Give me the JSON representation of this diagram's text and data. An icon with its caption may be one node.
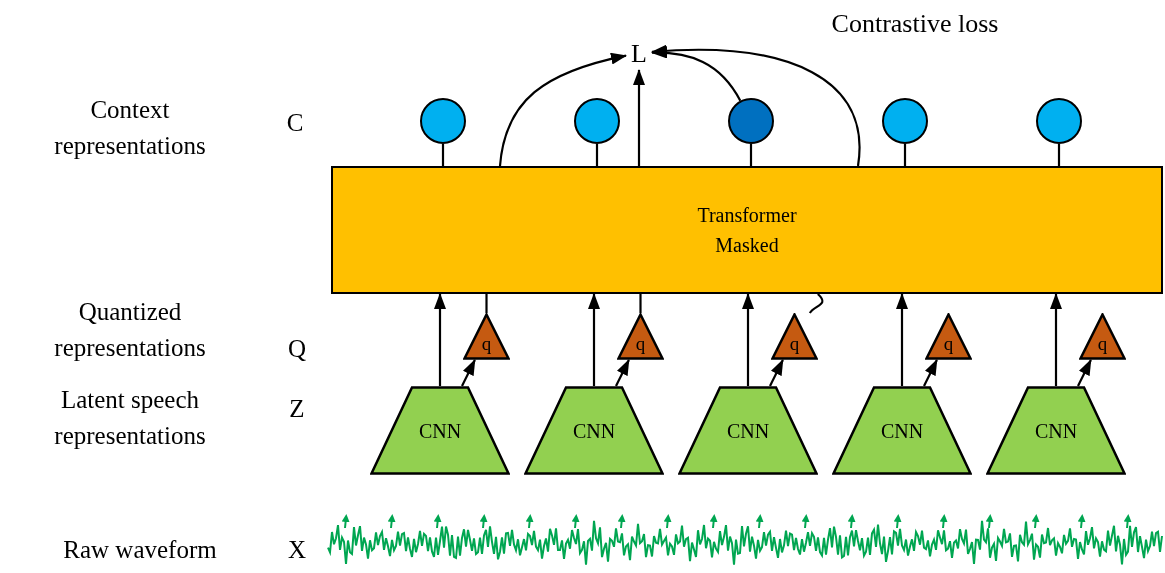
{
  "diagram": {
    "nodes": [
      {
        "text": [
          "L"
        ]
      },
      {
        "text": [
          "Transformer Masked"
        ]
      },
      {
        "text": [],
        "shape": "circle"
      },
      {
        "text": [],
        "shape": "circle"
      },
      {
        "text": [],
        "shape": "circle"
      },
      {
        "text": [],
        "shape": "circle"
      },
      {
        "text": [],
        "shape": "circle"
      },
      {
        "text": [
          "q"
        ]
      },
      {
        "text": [
          "q"
        ]
      },
      {
        "text": [
          "q"
        ]
      },
      {
        "text": [
          "q"
        ]
      },
      {
        "text": [
          "q"
        ]
      },
      {
        "text": [
          "CNN"
        ]
      },
      {
        "text": [
          "CNN"
        ]
      },
      {
        "text": [
          "CNN"
        ]
      },
      {
        "text": [
          "CNN"
        ]
      },
      {
        "text": [
          "CNN"
        ]
      }
    ],
    "edges": [
      {
        "from": 2,
        "to": 1,
        "arrow": "none"
      },
      {
        "from": 3,
        "to": 1,
        "arrow": "none"
      },
      {
        "from": 4,
        "to": 1,
        "arrow": "none"
      },
      {
        "from": 5,
        "to": 1,
        "arrow": "none"
      },
      {
        "from": 6,
        "to": 1,
        "arrow": "none"
      },
      {
        "from": 12,
        "to": 1,
        "arrow": "to"
      },
      {
        "from": 13,
        "to": 1,
        "arrow": "to"
      },
      {
        "from": 14,
        "to": 1,
        "arrow": "to"
      },
      {
        "from": 15,
        "to": 1,
        "arrow": "to"
      },
      {
        "from": 16,
        "to": 1,
        "arrow": "to"
      },
      {
        "from": 12,
        "to": 7,
        "arrow": "to"
      },
      {
        "from": 13,
        "to": 8,
        "arrow": "to"
      },
      {
        "from": 14,
        "to": 9,
        "arrow": "to"
      },
      {
        "from": 15,
        "to": 10,
        "arrow": "to"
      },
      {
        "from": 16,
        "to": 11,
        "arrow": "to"
      },
      {
        "from": 7,
        "to": 1,
        "arrow": "none"
      },
      {
        "from": 1,
        "to": 0,
        "arrow": "to"
      },
      {
        "from": 8,
        "to": 1,
        "arrow": "none"
      },
      {
        "from": 1,
        "to": 0,
        "arrow": "to"
      },
      {
        "from": 4,
        "to": 0,
        "arrow": "to"
      },
      {
        "from": 9,
        "to": 1,
        "arrow": "none"
      },
      {
        "from": 1,
        "to": 0,
        "arrow": "to"
      }
    ],
    "labels": [
      "Contrastive loss",
      "Context representations",
      "C",
      "Quantized representations",
      "Q",
      "Latent speech representations",
      "Z",
      "Raw waveform",
      "X"
    ]
  }
}
